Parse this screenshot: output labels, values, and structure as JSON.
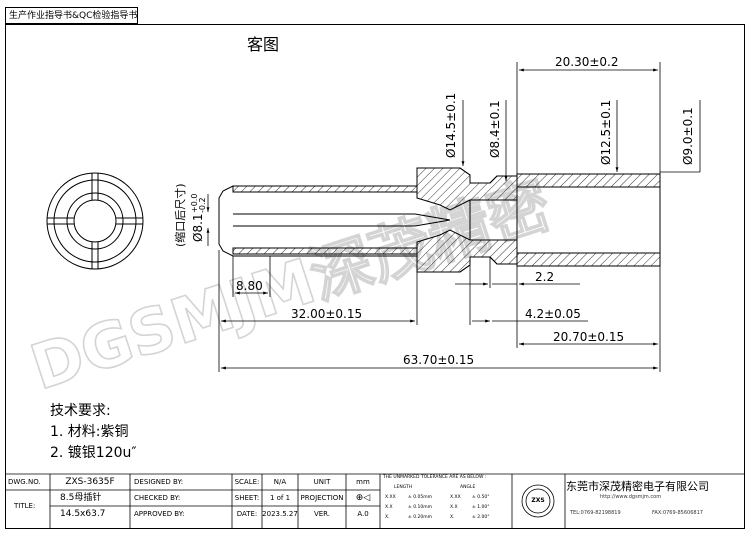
{
  "header": {
    "title": "生产作业指导书&QC检验指导书"
  },
  "drawing": {
    "caption": "客图",
    "watermark": "DGSMJM深茂精密",
    "dims": {
      "overall_length": "63.70±0.15",
      "front_length": "32.00±0.15",
      "slot_length": "8.80",
      "rear_length_top": "20.30±0.2",
      "rear_length_bottom": "20.70±0.15",
      "groove_width": "2.2",
      "groove_pos": "4.2±0.05",
      "dia_head": "Ø14.5±0.1",
      "dia_groove": "Ø8.4±0.1",
      "dia_rear": "Ø12.5±0.1",
      "dia_bore": "Ø9.0±0.1",
      "dia_socket": "Ø8.1",
      "dia_socket_tol_upper": "+0.0",
      "dia_socket_tol_lower": "-0.2",
      "dia_socket_note": "(缩口后尺寸)"
    }
  },
  "requirements": {
    "title": "技术要求:",
    "items": [
      "1. 材料:紫铜",
      "2. 镀银120u″"
    ]
  },
  "title_block": {
    "dwg_no_label": "DWG.NO.",
    "dwg_no": "ZXS-3635F",
    "title_label": "TITLE:",
    "title_line1": "8.5母插针",
    "title_line2": "14.5x63.7",
    "designed_by": "DESIGNED BY:",
    "checked_by": "CHECKED BY:",
    "approved_by": "APPROVED BY:",
    "scale_label": "SCALE:",
    "scale": "N/A",
    "sheet_label": "SHEET:",
    "sheet": "1 of 1",
    "date_label": "DATE:",
    "date": "2023.5.27",
    "unit_label": "UNIT",
    "unit": "mm",
    "projection_label": "PROJECTION",
    "ver_label": "VER.",
    "ver": "A.0",
    "tolerance_title": "THE UNMARKED TOLERANCE ARE AS BELOW :",
    "length_label": "LENGTH",
    "angle_label": "ANGLE",
    "tol_rows": [
      [
        "X.XX",
        "± 0.05mm",
        "X.XX",
        "± 0.50°"
      ],
      [
        "X.X",
        "± 0.10mm",
        "X.X",
        "± 1.00°"
      ],
      [
        "X.",
        "± 0.20mm",
        "X.",
        "± 2.00°"
      ]
    ],
    "company": "东莞市深茂精密电子有限公司",
    "logo_text": "ZXS",
    "website": "http://www.dgsmjm.com",
    "tel": "TEL:0769-82198819",
    "fax": "FAX:0769-85606817"
  }
}
